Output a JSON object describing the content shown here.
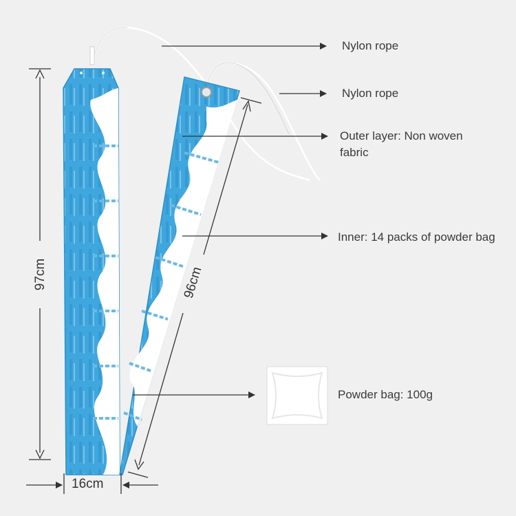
{
  "labels": {
    "rope_top": "Nylon rope",
    "rope_second": "Nylon rope",
    "outer_layer": "Outer layer: Non woven fabric",
    "inner": "Inner: 14 packs of powder bag",
    "powder_bag": "Powder bag: 100g"
  },
  "dimensions": {
    "height_left": "97cm",
    "height_right": "96cm",
    "width_bottom": "16cm"
  },
  "colors": {
    "background": "#f0f0f0",
    "strip_blue": "#3fa7dd",
    "strip_blue_dark": "#2e8fc9",
    "powder_white": "#ffffff",
    "line": "#333333"
  }
}
